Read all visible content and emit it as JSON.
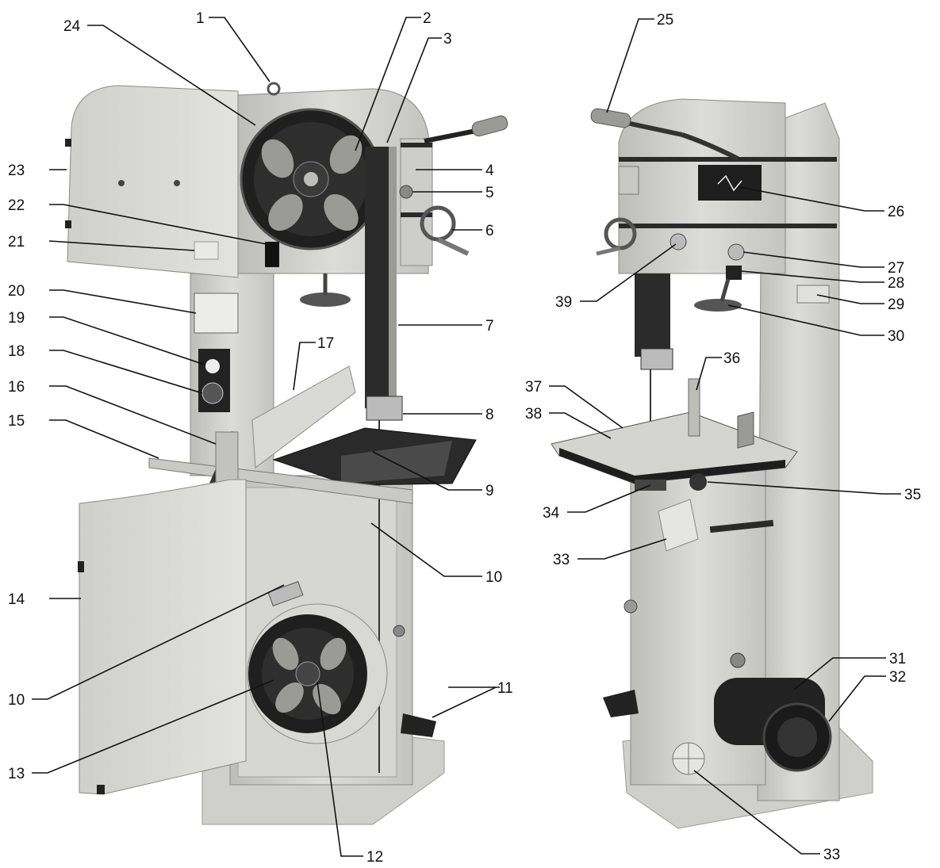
{
  "figure": {
    "description_colors": {
      "machine": "#d3d3d0",
      "dark": "#1c1c1c",
      "mid": "#8e8e8b",
      "line": "#111111"
    }
  },
  "callouts": {
    "c1": "1",
    "c2": "2",
    "c3": "3",
    "c4": "4",
    "c5": "5",
    "c6": "6",
    "c7": "7",
    "c8": "8",
    "c9": "9",
    "c10a": "10",
    "c10b": "10",
    "c11": "11",
    "c12": "12",
    "c13": "13",
    "c14": "14",
    "c15": "15",
    "c16": "16",
    "c17": "17",
    "c18": "18",
    "c19": "19",
    "c20": "20",
    "c21": "21",
    "c22": "22",
    "c23": "23",
    "c24": "24",
    "c25": "25",
    "c26": "26",
    "c27": "27",
    "c28": "28",
    "c29": "29",
    "c30": "30",
    "c31": "31",
    "c32": "32",
    "c33a": "33",
    "c33b": "33",
    "c34": "34",
    "c35": "35",
    "c36": "36",
    "c37": "37",
    "c38": "38",
    "c39": "39"
  }
}
